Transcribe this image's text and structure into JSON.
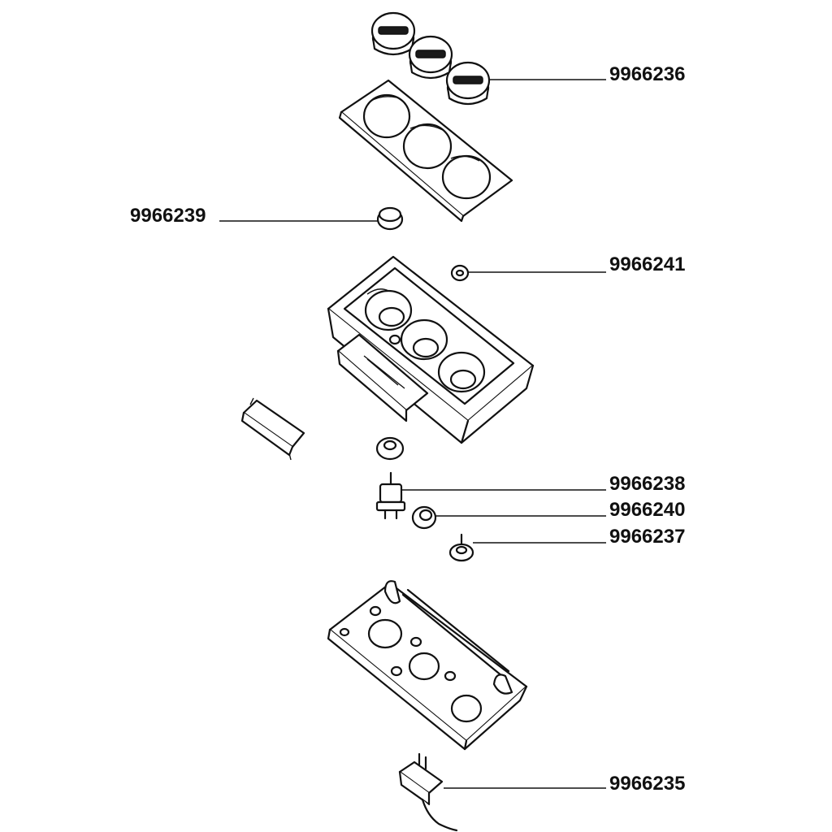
{
  "callouts": [
    {
      "id": "knobs",
      "part_number": "9966236"
    },
    {
      "id": "bulb-holder",
      "part_number": "9966239"
    },
    {
      "id": "clip",
      "part_number": "9966241"
    },
    {
      "id": "switch-pin",
      "part_number": "9966238"
    },
    {
      "id": "grommet",
      "part_number": "9966240"
    },
    {
      "id": "screw",
      "part_number": "9966237"
    },
    {
      "id": "connector",
      "part_number": "9966235"
    }
  ]
}
